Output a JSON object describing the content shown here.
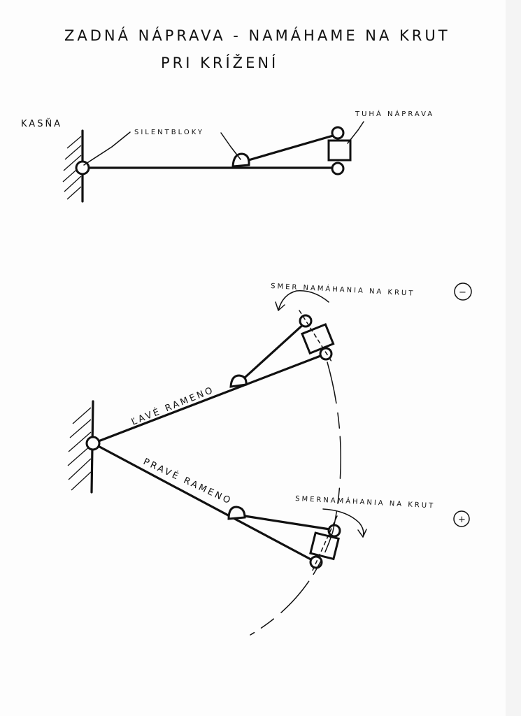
{
  "title": {
    "line1": "ZADNÁ NÁPRAVA - NAMÁHAME NA KRUT",
    "line2": "PRI KRÍŽENÍ"
  },
  "top_diagram": {
    "chassis_label": "KASŇA",
    "bushings_label": "SILENTBLOKY",
    "axle_label": "TUHÁ NÁPRAVA"
  },
  "bottom_diagram": {
    "left_arm_label": "ĽAVÉ RAMENO",
    "right_arm_label": "PRAVÉ RAMENO",
    "torsion_top_label": "SMER NAMÁHANIA NA KRUT",
    "torsion_top_sign": "−",
    "torsion_bottom_label": "SMERNAMÁHANIA NA KRUT",
    "torsion_bottom_sign": "+"
  }
}
